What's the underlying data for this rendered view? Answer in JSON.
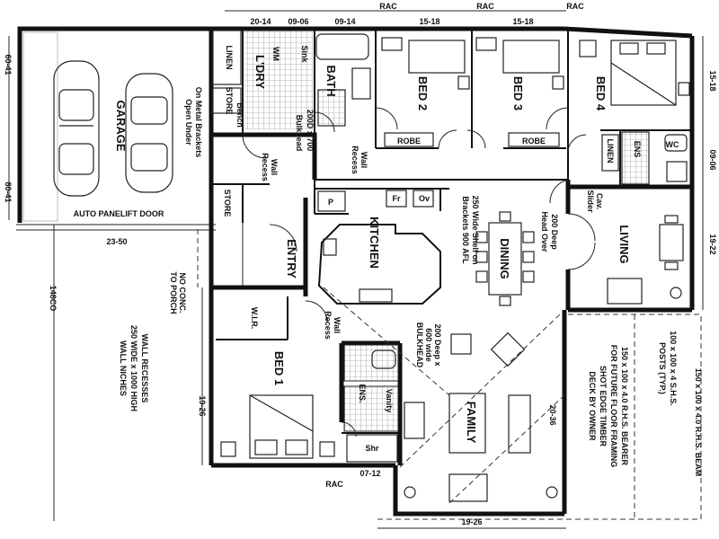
{
  "rooms": {
    "garage": "GARAGE",
    "linen": "LINEN",
    "store1": "STORE",
    "ldry": "L'DRY",
    "bath": "BATH",
    "bed2": "BED 2",
    "bed3": "BED 3",
    "bed4": "BED 4",
    "robe2": "ROBE",
    "robe3": "ROBE",
    "linen2": "LINEN",
    "ens_top": "ENS",
    "store2": "STORE",
    "entry": "ENTRY",
    "kitchen": "KITCHEN",
    "dining": "DINING",
    "living": "LIVING",
    "wir": "W.I.R.",
    "bed1": "BED 1",
    "ens_bottom": "ENS.",
    "family": "FAMILY"
  },
  "dimensions": {
    "d_20_14": "20-14",
    "d_09_06_top": "09-06",
    "d_09_14": "09-14",
    "d_15_18_a": "15-18",
    "d_15_18_b": "15-18",
    "d_15_18_right": "15-18",
    "d_09_06_right": "09-06",
    "d_19_22": "19-22",
    "d_23_50": "23-50",
    "d_148co": "148CO",
    "d_19_26_left": "19-26",
    "d_07_12": "07-12",
    "d_19_26_bottom": "19-26",
    "d_20_36": "20-36",
    "d_60_41": "60-41",
    "d_80_41": "80-41"
  },
  "rac": [
    "RAC",
    "RAC",
    "RAC",
    "RAC"
  ],
  "notes": {
    "metal_brackets": "On Metal Brackets",
    "open_under": "Open Under",
    "auto_door": "AUTO PANELIFT DOOR",
    "bench": "Bench",
    "wm": "WM",
    "sink": "Sink",
    "door_head": "200D x 700",
    "bulkhead_top": "Bulkhead",
    "wall_recess_1": "Wall",
    "wall_recess_1b": "Recess",
    "wall_recess_2": "Wall",
    "wall_recess_2b": "Recess",
    "wall_recess_3": "Wall",
    "wall_recess_3b": "Recess",
    "shelf_1": "250 Wide Shelf on",
    "shelf_2": "Brackets 900 AFL",
    "head_over_1": "200 Deep",
    "head_over_2": "Head Over",
    "cav_slider_1": "Cav.",
    "cav_slider_2": "Slider",
    "no_conc_1": "NO CONC.",
    "no_conc_2": "TO PORCH",
    "niches_1": "WALL RECESSES",
    "niches_2": "250 WIDE x 1000 HIGH",
    "niches_3": "WALL NICHES",
    "bulkhead_1": "200 Deep x",
    "bulkhead_2": "600 wide",
    "bulkhead_3": "BULKHEAD",
    "bearer_1": "150 x 100 x 4.0 R.H.S. BEARER",
    "bearer_2": "FOR FUTURE FLOOR FRAMING",
    "bearer_3": "SHOT EDGE TIMBER",
    "bearer_4": "DECK BY OWNER",
    "posts_1": "100 x 100 x 4 S.H.S.",
    "posts_2": "POSTS (TYP.)",
    "beam": "150 x 100 x 4.0 R.H.S. BEAM",
    "shr": "Shr",
    "vanity": "Vanity",
    "wc": "WC",
    "p": "P",
    "fr": "Fr",
    "ov": "Ov"
  }
}
